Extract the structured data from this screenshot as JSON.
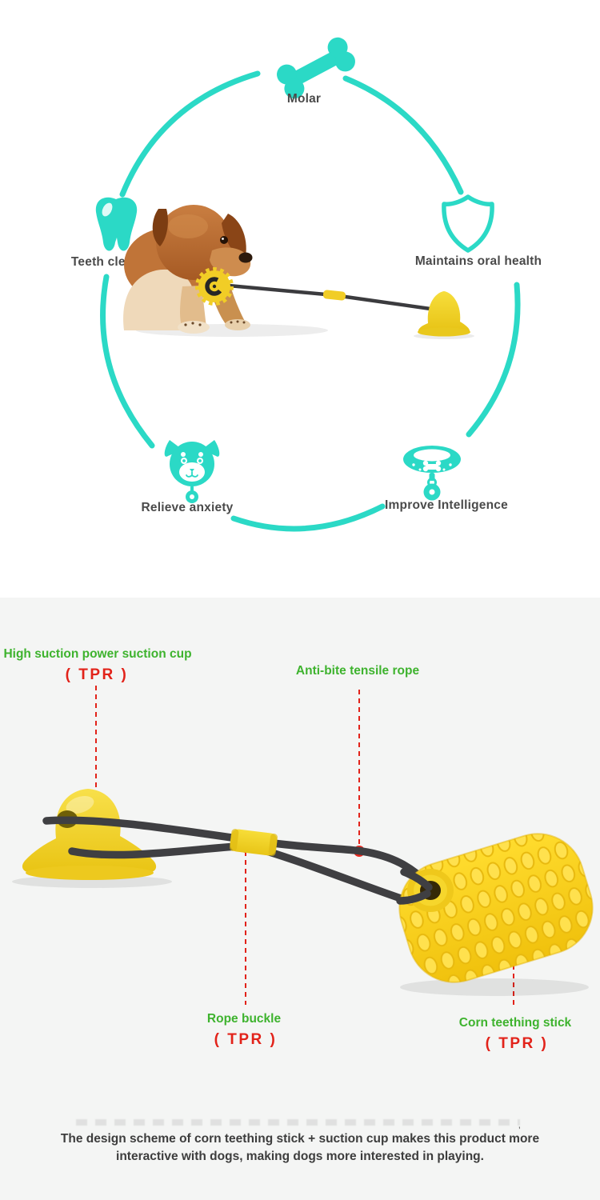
{
  "theme": {
    "accent_cyan": "#2BD9C6",
    "callout_green": "#3EB32E",
    "callout_red": "#E2231A",
    "product_yellow": "#F5D328",
    "rope_dark": "#3F3F42",
    "benefit_label_gray": "#4A4A4A",
    "section2_background": "#F4F5F4",
    "footer_text": "#3D3D3D"
  },
  "benefits": {
    "items": [
      {
        "id": "molar",
        "label": "Molar",
        "icon": "bone-icon"
      },
      {
        "id": "teeth-cleaning",
        "label": "Teeth cleaning",
        "icon": "tooth-icon"
      },
      {
        "id": "oral-health",
        "label": "Maintains oral health",
        "icon": "shield-icon"
      },
      {
        "id": "relieve-anxiety",
        "label": "Relieve anxiety",
        "icon": "dog-face-icon"
      },
      {
        "id": "improve-intelligence",
        "label": "Improve Intelligence",
        "icon": "collar-icon"
      }
    ]
  },
  "callouts": {
    "suction_cup": {
      "title": "High suction power suction cup",
      "material": "( TPR )"
    },
    "rope": {
      "title": "Anti-bite tensile rope"
    },
    "buckle": {
      "title": "Rope buckle",
      "material": "( TPR )"
    },
    "corn": {
      "title": "Corn teething stick",
      "material": "( TPR )"
    }
  },
  "footer": {
    "line1": "The design scheme of corn teething stick + suction cup makes this product more",
    "line2": "interactive with dogs, making dogs more interested in playing.",
    "mark": "’"
  }
}
